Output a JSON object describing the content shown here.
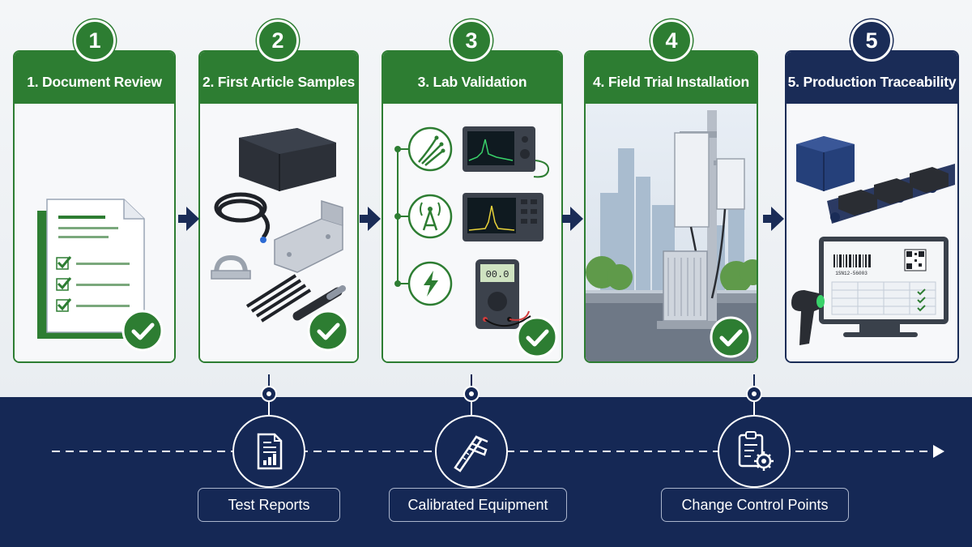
{
  "stages": [
    {
      "number": "1",
      "title": "1. Document Review"
    },
    {
      "number": "2",
      "title": "2. First Article Samples"
    },
    {
      "number": "3",
      "title": "3. Lab Validation"
    },
    {
      "number": "4",
      "title": "4. Field Trial Installation"
    },
    {
      "number": "5",
      "title": "5. Production Traceability"
    }
  ],
  "lab": {
    "meter_reading": "00.0"
  },
  "traceability": {
    "barcode_number": "1SN12-56003"
  },
  "timeline": {
    "items": [
      {
        "label": "Test Reports",
        "icon": "report-chart-icon"
      },
      {
        "label": "Calibrated Equipment",
        "icon": "caliper-icon"
      },
      {
        "label": "Change Control Points",
        "icon": "clipboard-gear-icon"
      }
    ]
  },
  "colors": {
    "green": "#2d7d32",
    "navy": "#1a2c57",
    "band": "#152855"
  }
}
